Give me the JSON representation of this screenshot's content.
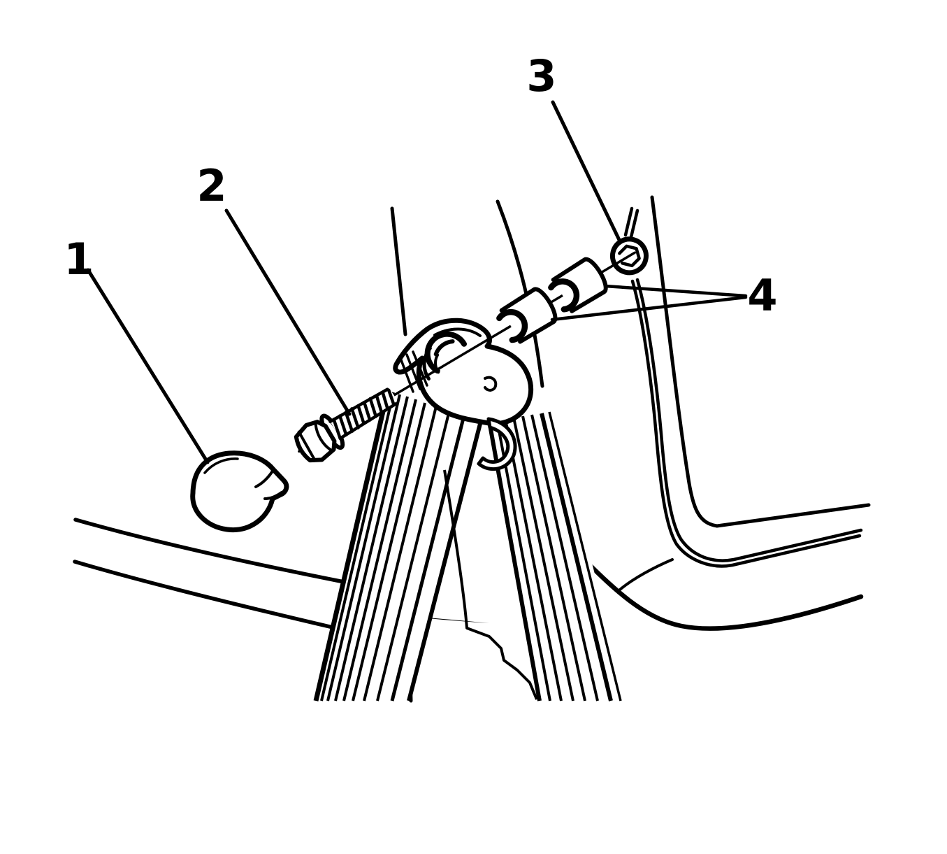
{
  "figure": {
    "type": "technical-line-illustration",
    "subject": "seat-belt-upper-anchor-exploded-view",
    "background_color": "#ffffff",
    "ink_color": "#000000",
    "callouts": [
      {
        "label": "1",
        "part": "bolt-trim-cap"
      },
      {
        "label": "2",
        "part": "anchor-bolt"
      },
      {
        "label": "3",
        "part": "weld-nut"
      },
      {
        "label": "4",
        "part": "spacers"
      }
    ]
  }
}
